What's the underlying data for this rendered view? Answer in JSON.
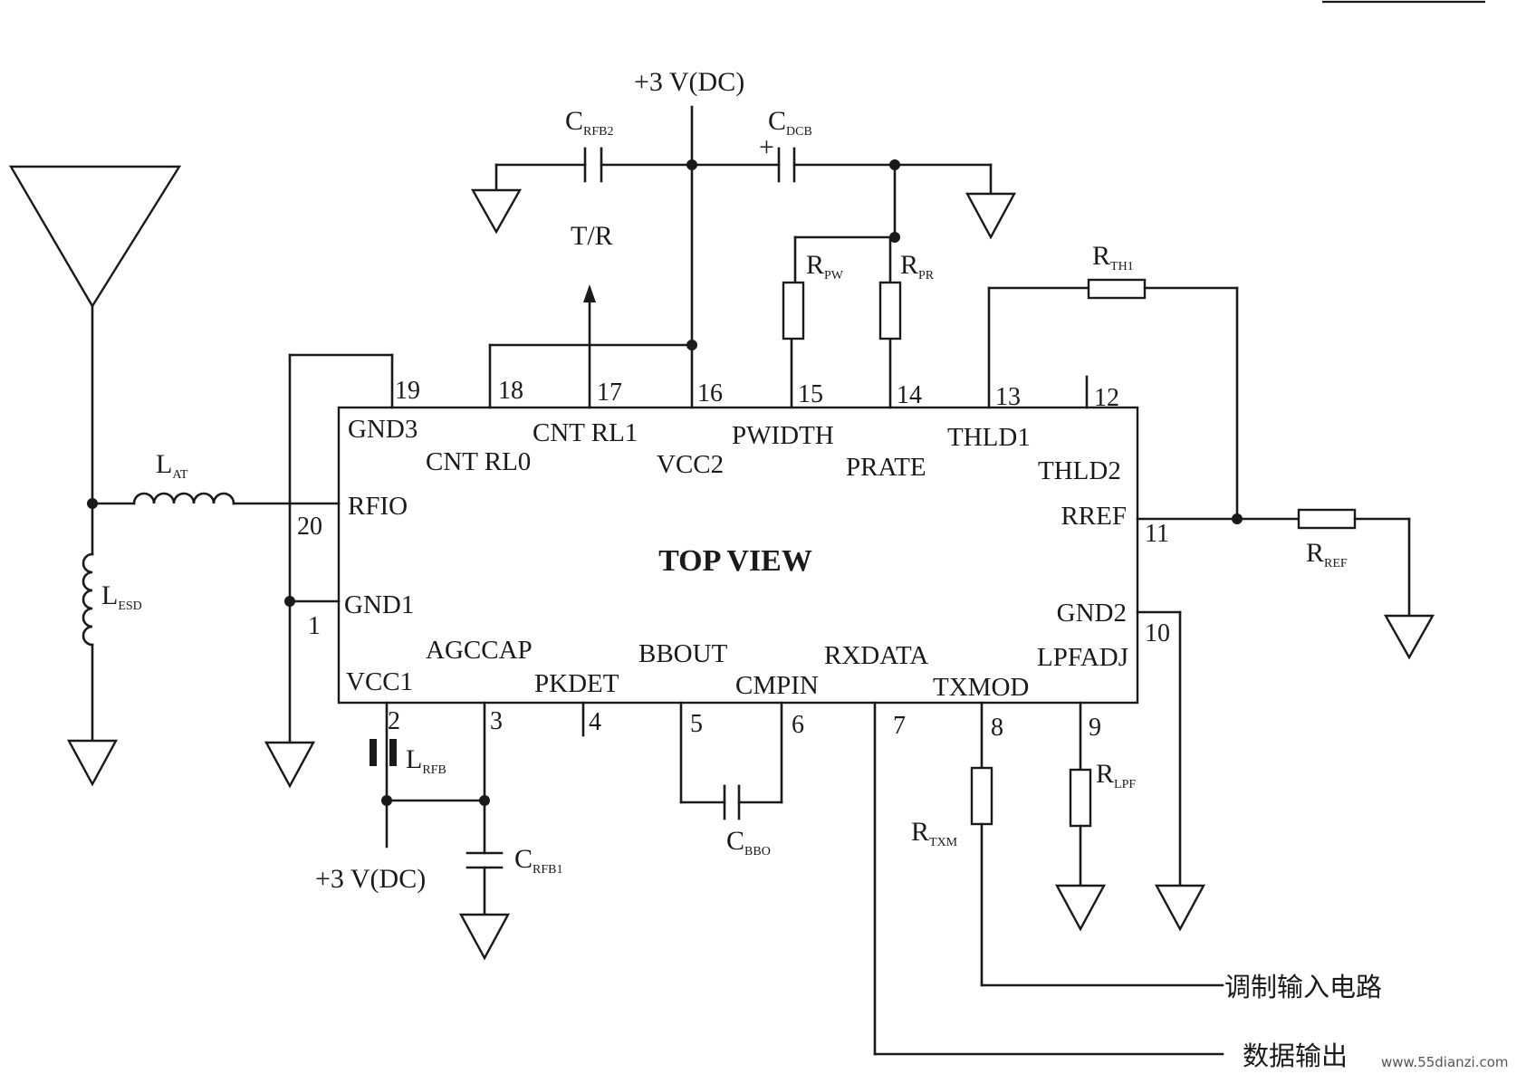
{
  "chip": {
    "view_label": "TOP VIEW",
    "pins": [
      {
        "num": "1",
        "name": "GND1"
      },
      {
        "num": "2",
        "name": "VCC1"
      },
      {
        "num": "3",
        "name": "AGCCAP"
      },
      {
        "num": "4",
        "name": "PKDET"
      },
      {
        "num": "5",
        "name": "BBOUT"
      },
      {
        "num": "6",
        "name": "CMPIN"
      },
      {
        "num": "7",
        "name": "RXDATA"
      },
      {
        "num": "8",
        "name": "TXMOD"
      },
      {
        "num": "9",
        "name": "LPFADJ"
      },
      {
        "num": "10",
        "name": "GND2"
      },
      {
        "num": "11",
        "name": "RREF"
      },
      {
        "num": "12",
        "name": "THLD2"
      },
      {
        "num": "13",
        "name": "THLD1"
      },
      {
        "num": "14",
        "name": "PRATE"
      },
      {
        "num": "15",
        "name": "PWIDTH"
      },
      {
        "num": "16",
        "name": "VCC2"
      },
      {
        "num": "17",
        "name": "CNT RL1"
      },
      {
        "num": "18",
        "name": "CNT RL0"
      },
      {
        "num": "19",
        "name": "GND3"
      },
      {
        "num": "20",
        "name": "RFIO"
      }
    ]
  },
  "power": {
    "top": "+3 V(DC)",
    "bottom": "+3 V(DC)"
  },
  "tr_label": "T/R",
  "polarity_plus": "+",
  "components": {
    "c_rfb2": {
      "main": "C",
      "sub": "RFB2"
    },
    "c_dcb": {
      "main": "C",
      "sub": "DCB"
    },
    "r_pw": {
      "main": "R",
      "sub": "PW"
    },
    "r_pr": {
      "main": "R",
      "sub": "PR"
    },
    "r_th1": {
      "main": "R",
      "sub": "TH1"
    },
    "r_ref": {
      "main": "R",
      "sub": "REF"
    },
    "l_at": {
      "main": "L",
      "sub": "AT"
    },
    "l_esd": {
      "main": "L",
      "sub": "ESD"
    },
    "l_rfb": {
      "main": "L",
      "sub": "RFB"
    },
    "c_rfb1": {
      "main": "C",
      "sub": "RFB1"
    },
    "c_bbo": {
      "main": "C",
      "sub": "BBO"
    },
    "r_txm": {
      "main": "R",
      "sub": "TXM"
    },
    "r_lpf": {
      "main": "R",
      "sub": "LPF"
    }
  },
  "outputs": {
    "modulation_input": "调制输入电路",
    "data_output": "数据输出"
  },
  "watermark": "www.55dianzi.com"
}
